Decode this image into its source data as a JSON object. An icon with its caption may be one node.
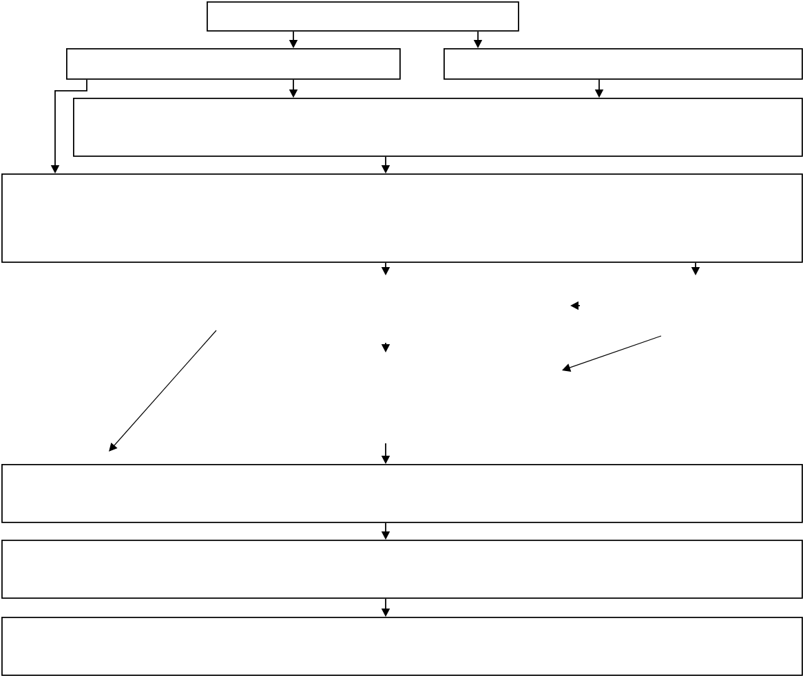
{
  "diagram": {
    "nodes": [
      {
        "text": [],
        "shape": "box"
      },
      {
        "text": [],
        "shape": "box"
      },
      {
        "text": [],
        "shape": "box"
      },
      {
        "text": [],
        "shape": "box"
      },
      {
        "text": [],
        "shape": "box"
      },
      {
        "text": [],
        "shape": "box"
      },
      {
        "text": [],
        "shape": "box"
      },
      {
        "text": [],
        "shape": "box"
      }
    ],
    "edges": [
      {
        "from": 0,
        "to": 1,
        "arrow": "to"
      },
      {
        "from": 0,
        "to": 2,
        "arrow": "to"
      },
      {
        "from": 1,
        "to": 3,
        "arrow": "to"
      },
      {
        "from": 2,
        "to": 3,
        "arrow": "to"
      },
      {
        "from": 1,
        "to": 4,
        "arrow": "to"
      },
      {
        "from": 3,
        "to": 4,
        "arrow": "to"
      },
      {
        "from": 4,
        "to": null,
        "arrow": "to"
      },
      {
        "from": 4,
        "to": null,
        "arrow": "to"
      },
      {
        "from": null,
        "to": 5,
        "arrow": "to"
      },
      {
        "from": 5,
        "to": 6,
        "arrow": "to"
      },
      {
        "from": 6,
        "to": 7,
        "arrow": "to"
      }
    ]
  }
}
